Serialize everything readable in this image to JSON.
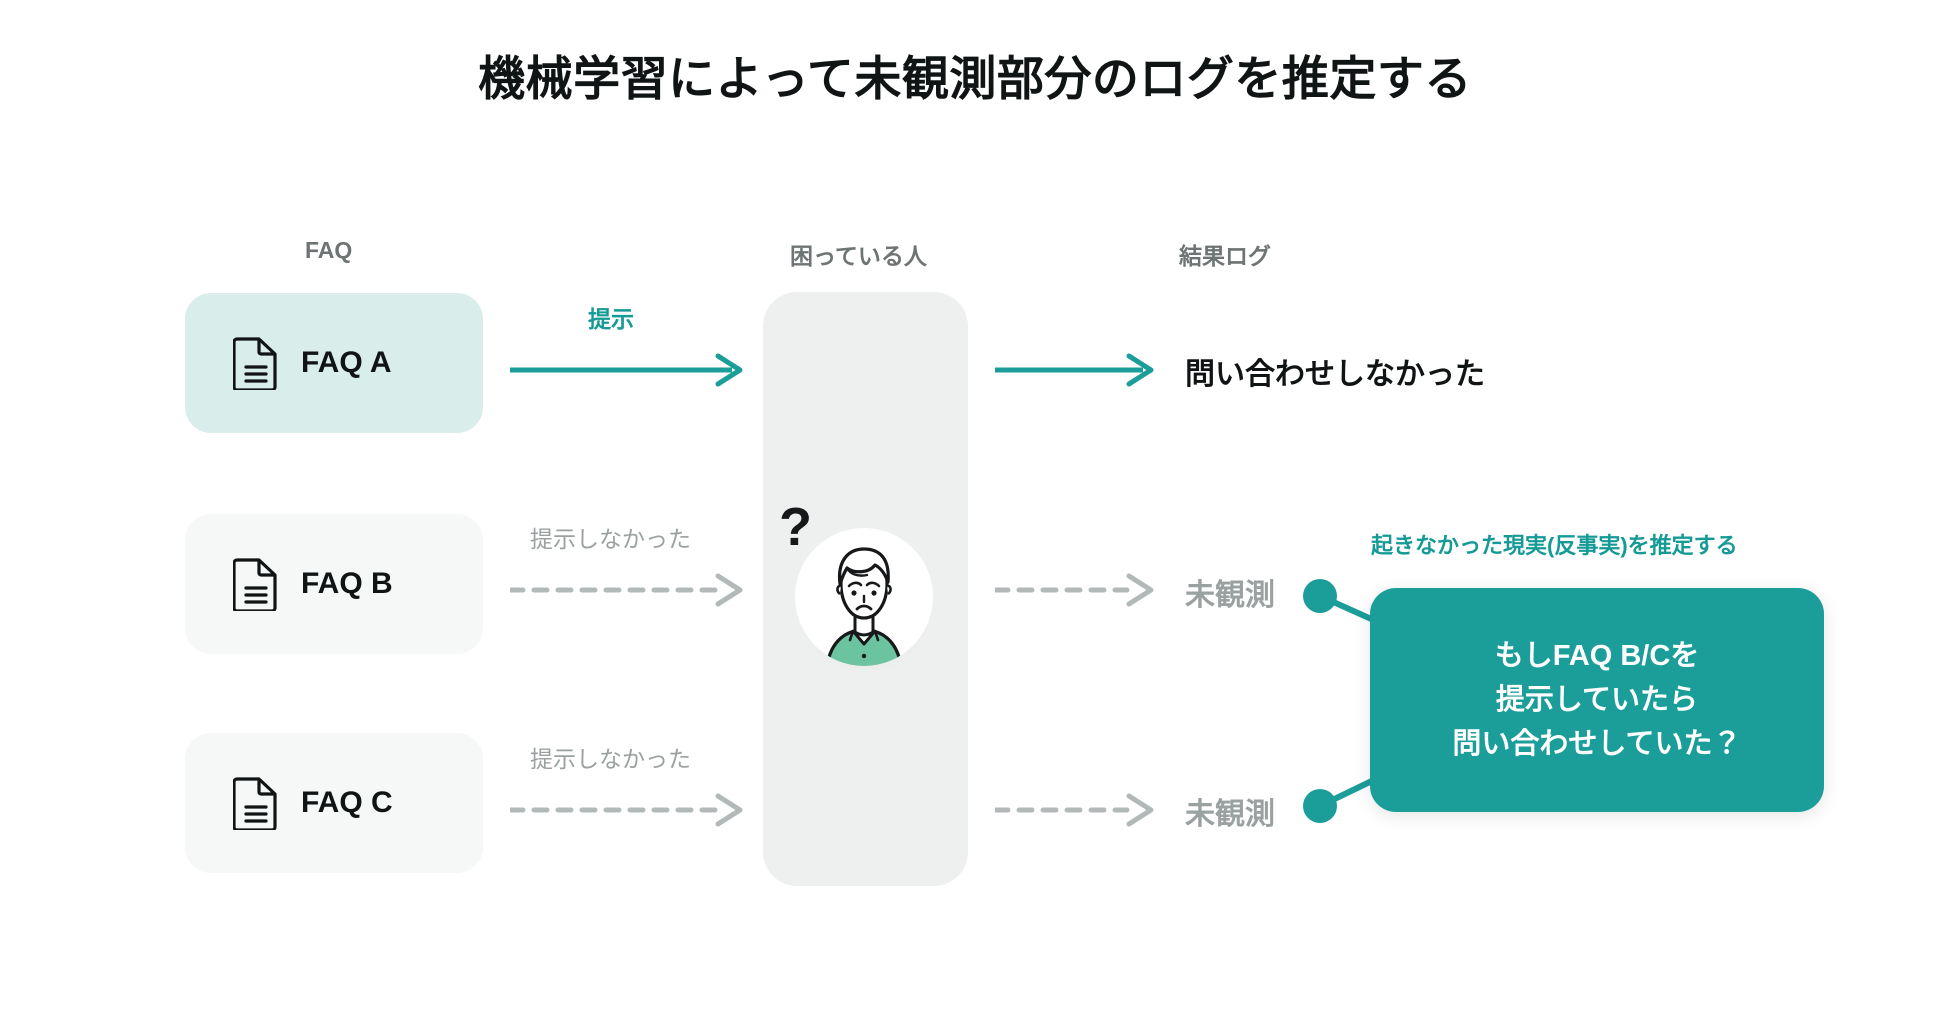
{
  "title": "機械学習によって未観測部分のログを推定する",
  "colors": {
    "teal": "#1b9d99",
    "teal_text": "#159a96",
    "card_highlight": "#d9edea",
    "card_plain": "#f6f7f7",
    "center_column": "#eeefef",
    "muted_text": "#9ba1a1",
    "header_text": "#6e7373",
    "dark_text": "#101414",
    "shirt_green": "#6cc3a0"
  },
  "columns": {
    "faq_header": "FAQ",
    "person_header": "困っている人",
    "log_header": "結果ログ"
  },
  "person": {
    "icon": "confused-person-avatar",
    "thought": "?"
  },
  "rows": [
    {
      "faq": {
        "label": "FAQ A",
        "icon": "document-icon",
        "state": "highlight"
      },
      "left_arrow": {
        "label": "提示",
        "style": "solid",
        "color": "teal"
      },
      "right_arrow": {
        "label": "",
        "style": "solid",
        "color": "teal"
      },
      "log": {
        "label": "問い合わせしなかった",
        "state": "observed"
      }
    },
    {
      "faq": {
        "label": "FAQ B",
        "icon": "document-icon",
        "state": "plain"
      },
      "left_arrow": {
        "label": "提示しなかった",
        "style": "dashed",
        "color": "gray"
      },
      "right_arrow": {
        "label": "",
        "style": "dashed",
        "color": "gray"
      },
      "log": {
        "label": "未観測",
        "state": "unobserved"
      }
    },
    {
      "faq": {
        "label": "FAQ C",
        "icon": "document-icon",
        "state": "plain"
      },
      "left_arrow": {
        "label": "提示しなかった",
        "style": "dashed",
        "color": "gray"
      },
      "right_arrow": {
        "label": "",
        "style": "dashed",
        "color": "gray"
      },
      "log": {
        "label": "未観測",
        "state": "unobserved"
      }
    }
  ],
  "callout": {
    "caption": "起きなかった現実(反事実)を推定する",
    "lines": [
      "もしFAQ B/Cを",
      "提示していたら",
      "問い合わせしていた？"
    ]
  }
}
